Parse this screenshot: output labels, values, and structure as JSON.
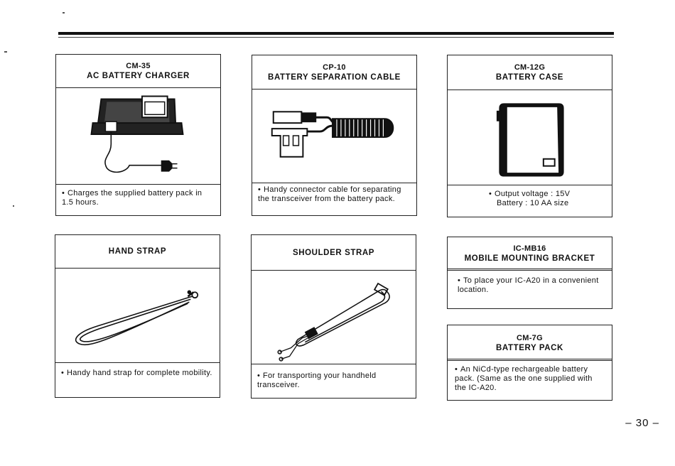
{
  "page": {
    "number": "– 30 –"
  },
  "accessories": {
    "cm35": {
      "code": "CM-35",
      "name": "AC BATTERY CHARGER",
      "description": "Charges the supplied battery pack in 1.5 hours."
    },
    "cp10": {
      "code": "CP-10",
      "name": "BATTERY SEPARATION CABLE",
      "description": "Handy connector cable for separating the transceiver from the battery pack."
    },
    "cm12g": {
      "code": "CM-12G",
      "name": "BATTERY CASE",
      "description_line1": "Output voltage : 15V",
      "description_line2": "Battery : 10 AA size"
    },
    "hand_strap": {
      "name": "HAND STRAP",
      "description": "Handy hand strap for complete mobility."
    },
    "shoulder_strap": {
      "name": "SHOULDER STRAP",
      "description": "For transporting your handheld transceiver."
    },
    "icmb16": {
      "code": "IC-MB16",
      "name": "MOBILE MOUNTING BRACKET",
      "description": "To place your IC-A20 in a convenient location."
    },
    "cm7g": {
      "code": "CM-7G",
      "name": "BATTERY PACK",
      "description": "An NiCd-type rechargeable battery pack. (Same as the one supplied with the IC-A20."
    }
  }
}
